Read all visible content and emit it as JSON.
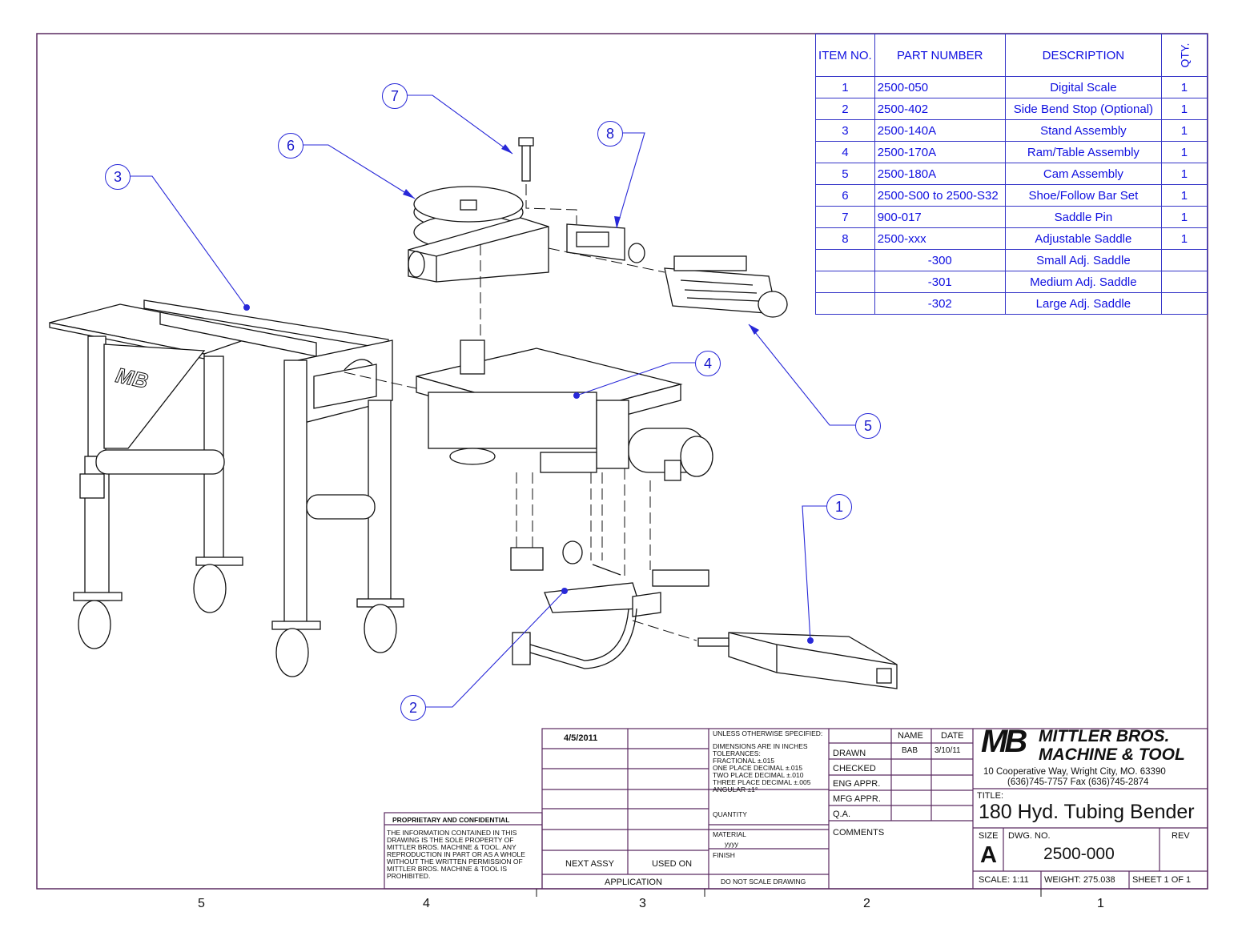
{
  "bom": {
    "headers": {
      "item_no": "ITEM NO.",
      "part_number": "PART NUMBER",
      "description": "DESCRIPTION",
      "qty": "QTY."
    },
    "rows": [
      {
        "item": "1",
        "part": "2500-050",
        "desc": "Digital Scale",
        "qty": "1"
      },
      {
        "item": "2",
        "part": "2500-402",
        "desc": "Side Bend Stop (Optional)",
        "qty": "1"
      },
      {
        "item": "3",
        "part": "2500-140A",
        "desc": "Stand Assembly",
        "qty": "1"
      },
      {
        "item": "4",
        "part": "2500-170A",
        "desc": "Ram/Table Assembly",
        "qty": "1"
      },
      {
        "item": "5",
        "part": "2500-180A",
        "desc": "Cam Assembly",
        "qty": "1"
      },
      {
        "item": "6",
        "part": "2500-S00 to 2500-S32",
        "desc": "Shoe/Follow Bar Set",
        "qty": "1"
      },
      {
        "item": "7",
        "part": "900-017",
        "desc": "Saddle Pin",
        "qty": "1"
      },
      {
        "item": "8",
        "part": "2500-xxx",
        "desc": "Adjustable Saddle",
        "qty": "1"
      },
      {
        "item": "",
        "part": "-300",
        "desc": "Small Adj. Saddle",
        "qty": ""
      },
      {
        "item": "",
        "part": "-301",
        "desc": "Medium Adj. Saddle",
        "qty": ""
      },
      {
        "item": "",
        "part": "-302",
        "desc": "Large Adj. Saddle",
        "qty": ""
      }
    ]
  },
  "balloons": [
    "1",
    "2",
    "3",
    "4",
    "5",
    "6",
    "7",
    "8"
  ],
  "title_block": {
    "rev_date": "4/5/2011",
    "tolerance_header": "UNLESS OTHERWISE SPECIFIED:",
    "tolerance_lines": [
      "DIMENSIONS ARE IN INCHES",
      "TOLERANCES:",
      "FRACTIONAL        ±.015",
      "ONE PLACE DECIMAL   ±.015",
      "TWO PLACE DECIMAL   ±.010",
      "THREE PLACE DECIMAL ±.005",
      "ANGULAR             ±1°"
    ],
    "quantity_label": "QUANTITY",
    "material_label": "MATERIAL",
    "material_value": "yyyy",
    "finish_label": "FINISH",
    "do_not_scale": "DO NOT SCALE DRAWING",
    "next_assy": "NEXT ASSY",
    "used_on": "USED ON",
    "application": "APPLICATION",
    "proprietary_title": "PROPRIETARY AND CONFIDENTIAL",
    "proprietary_lines": [
      "THE INFORMATION CONTAINED IN THIS",
      "DRAWING IS THE SOLE PROPERTY OF",
      "MITTLER BROS. MACHINE & TOOL.  ANY",
      "REPRODUCTION IN PART OR AS A WHOLE",
      "WITHOUT THE WRITTEN PERMISSION OF",
      "MITTLER BROS. MACHINE & TOOL IS",
      "PROHIBITED."
    ],
    "name_header": "NAME",
    "date_header": "DATE",
    "drawn": "DRAWN",
    "drawn_name": "BAB",
    "drawn_date": "3/10/11",
    "checked": "CHECKED",
    "eng_appr": "ENG APPR.",
    "mfg_appr": "MFG APPR.",
    "qa": "Q.A.",
    "comments": "COMMENTS",
    "logo_mark": "MB",
    "company_line1": "MITTLER BROS.",
    "company_line2": "MACHINE & TOOL",
    "address": "10 Cooperative Way, Wright City, MO. 63390",
    "phone": "(636)745-7757  Fax (636)745-2874",
    "title_label": "TITLE:",
    "title": "180 Hyd. Tubing Bender",
    "size_label": "SIZE",
    "size": "A",
    "dwg_label": "DWG.  NO.",
    "dwg_no": "2500-000",
    "rev_label": "REV",
    "scale": "SCALE: 1:11",
    "weight": "WEIGHT: 275.038",
    "sheet": "SHEET 1 OF 1"
  },
  "zones": [
    "5",
    "4",
    "3",
    "2",
    "1"
  ],
  "stand_logo": "MB"
}
